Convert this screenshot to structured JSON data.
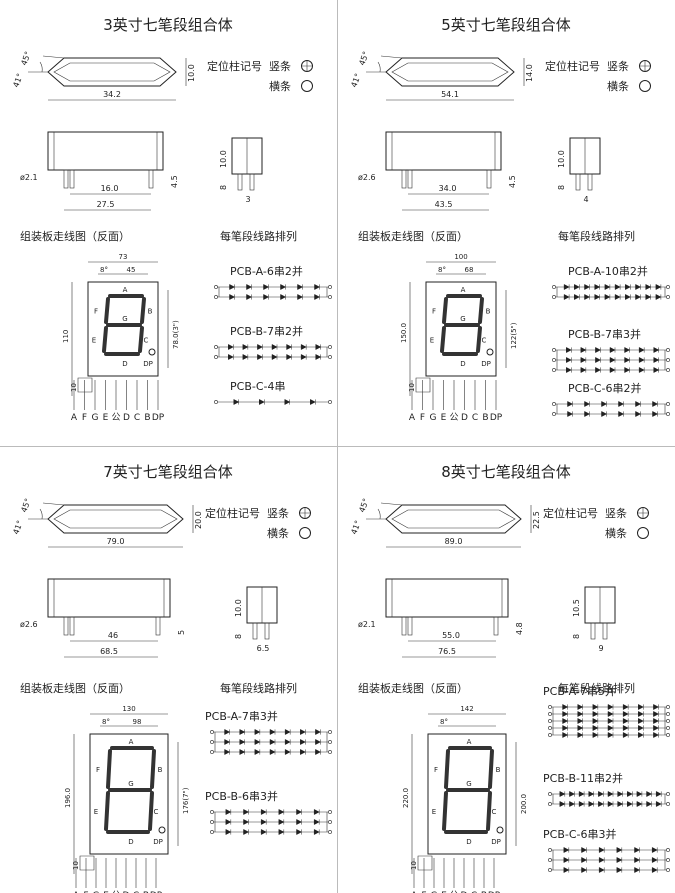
{
  "quadrants": [
    {
      "id": "q3",
      "title": "3英寸七笔段组合体",
      "marker_label": "定位柱记号",
      "vertical_label": "竖条",
      "horizontal_label": "横条",
      "angle1": "45°",
      "angle2": "41°",
      "top_height": "10.0",
      "top_length": "34.2",
      "pin_dia": "ø2.1",
      "pin_len": "4.5",
      "inner_span": "16.0",
      "outer_span": "27.5",
      "side_height": "10.0",
      "side_pin": "8",
      "side_pitch": "3",
      "board_label": "组装板走线图（反面）",
      "seg_label": "每笔段线路排列",
      "board_width": "73",
      "digit_width": "45",
      "tilt": "8°",
      "board_height": "110",
      "digit_height": "78.0(3\")",
      "pin_offset": "10",
      "segments": [
        "A",
        "F",
        "G",
        "B",
        "E",
        "C",
        "D",
        "DP"
      ],
      "pins": [
        "A",
        "F",
        "G",
        "E",
        "公",
        "D",
        "C",
        "B",
        "DP"
      ],
      "pcbs": [
        "PCB-A-6串2并",
        "PCB-B-7串2并",
        "PCB-C-4串"
      ]
    },
    {
      "id": "q5",
      "title": "5英寸七笔段组合体",
      "marker_label": "定位柱记号",
      "vertical_label": "竖条",
      "horizontal_label": "横条",
      "angle1": "45°",
      "angle2": "41°",
      "top_height": "14.0",
      "top_length": "54.1",
      "pin_dia": "ø2.6",
      "pin_len": "4.5",
      "inner_span": "34.0",
      "outer_span": "43.5",
      "side_height": "10.0",
      "side_pin": "8",
      "side_pitch": "4",
      "board_label": "组装板走线图（反面）",
      "seg_label": "每笔段线路排列",
      "board_width": "100",
      "digit_width": "68",
      "tilt": "8°",
      "board_height": "150.0",
      "digit_height": "122(5\")",
      "pin_offset": "10",
      "segments": [
        "A",
        "F",
        "G",
        "B",
        "E",
        "C",
        "D",
        "DP"
      ],
      "pins": [
        "A",
        "F",
        "G",
        "E",
        "公",
        "D",
        "C",
        "B",
        "DP"
      ],
      "pcbs": [
        "PCB-A-10串2并",
        "PCB-B-7串3并",
        "PCB-C-6串2并"
      ]
    },
    {
      "id": "q7",
      "title": "7英寸七笔段组合体",
      "marker_label": "定位柱记号",
      "vertical_label": "竖条",
      "horizontal_label": "横条",
      "angle1": "45°",
      "angle2": "41°",
      "top_height": "20.0",
      "top_length": "79.0",
      "pin_dia": "ø2.6",
      "pin_len": "5",
      "inner_span": "46",
      "outer_span": "68.5",
      "side_height": "10.0",
      "side_pin": "8",
      "side_pitch": "6.5",
      "board_label": "组装板走线图（反面）",
      "seg_label": "每笔段线路排列",
      "board_width": "130",
      "digit_width": "98",
      "tilt": "8°",
      "board_height": "196.0",
      "digit_height": "176(7\")",
      "pin_offset": "10",
      "segments": [
        "A",
        "F",
        "G",
        "B",
        "E",
        "C",
        "D",
        "DP"
      ],
      "pins": [
        "A",
        "F",
        "G",
        "E",
        "公",
        "D",
        "C",
        "B",
        "DP"
      ],
      "pcbs": [
        "PCB-A-7串3并",
        "PCB-B-6串3并"
      ]
    },
    {
      "id": "q8",
      "title": "8英寸七笔段组合体",
      "marker_label": "定位柱记号",
      "vertical_label": "竖条",
      "horizontal_label": "横条",
      "angle1": "45°",
      "angle2": "41°",
      "top_height": "22.5",
      "top_length": "89.0",
      "pin_dia": "ø2.1",
      "pin_len": "4.8",
      "inner_span": "55.0",
      "outer_span": "76.5",
      "side_height": "10.5",
      "side_pin": "8",
      "side_pitch": "9",
      "board_label": "组装板走线图（反面）",
      "seg_label": "每笔段线路排列",
      "board_width": "142",
      "digit_width": "",
      "tilt": "8°",
      "board_height": "220.0",
      "digit_height": "200.0",
      "pin_offset": "10",
      "segments": [
        "A",
        "F",
        "G",
        "B",
        "E",
        "C",
        "D",
        "DP"
      ],
      "pins": [
        "A",
        "F",
        "G",
        "E",
        "公",
        "D",
        "C",
        "B",
        "DP"
      ],
      "pcbs": [
        "PCB-A-7串5并",
        "PCB-B-11串2并",
        "PCB-C-6串3并"
      ]
    }
  ]
}
